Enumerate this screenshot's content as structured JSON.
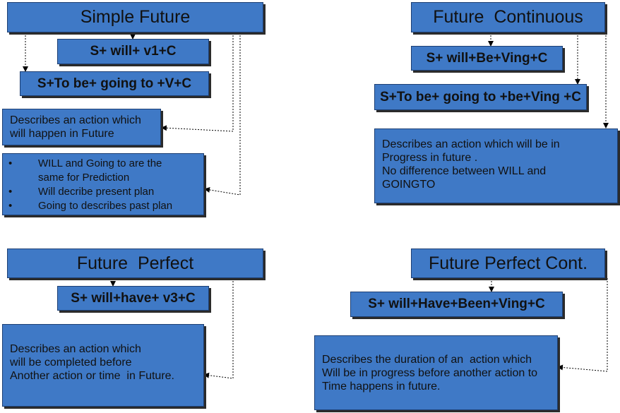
{
  "simple_future": {
    "title": "Simple Future",
    "formula_1": "S+ will+ v1+C",
    "formula_2": "S+To be+ going to +V+C",
    "description": [
      "Describes an action which",
      "will happen in Future"
    ],
    "notes": [
      {
        "text": "WILL and Going to are the",
        "continuation": "same for Prediction"
      },
      {
        "text": "Will decribe present plan"
      },
      {
        "text": "Going to describes past plan"
      }
    ]
  },
  "future_continuous": {
    "title": "Future  Continuous",
    "formula_1": "S+ will+Be+Ving+C",
    "formula_2": "S+To be+ going to +be+Ving +C",
    "description": [
      "Describes an action which will be in",
      "Progress in future .",
      "No difference between WILL and",
      "GOINGTO"
    ]
  },
  "future_perfect": {
    "title": "Future  Perfect",
    "formula_1": "S+ will+have+ v3+C",
    "description": [
      "Describes an action which",
      "will be completed before",
      "Another action or time  in Future."
    ]
  },
  "future_perfect_cont": {
    "title": "Future Perfect Cont.",
    "formula_1": "S+ will+Have+Been+Ving+C",
    "description": [
      "Describes the duration of an  action which",
      "Will be in progress before another action to",
      "Time happens in future."
    ]
  },
  "bullet_glyph": "•",
  "colors": {
    "box_fill": "#3f79c6",
    "box_border": "#1d3f73",
    "shadow": "#2b2b2b",
    "connector": "#000000"
  }
}
